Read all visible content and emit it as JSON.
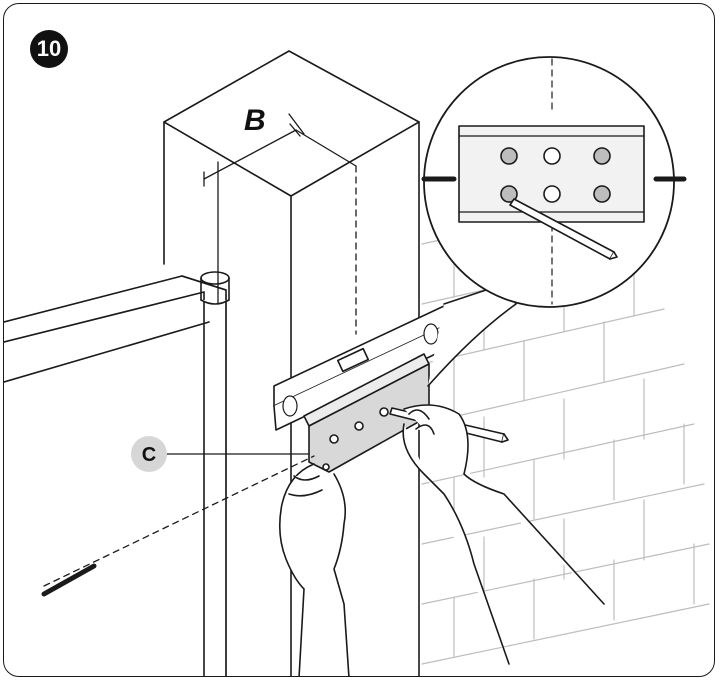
{
  "step": {
    "number": "10"
  },
  "labels": {
    "dimension": "B",
    "part": "C"
  },
  "colors": {
    "line": "#1a1a1a",
    "brick": "#bdbdbd",
    "metal": "#d8d8d8",
    "badge": "#111111",
    "callout_fill": "#d6d6d6"
  },
  "icons": [
    "pencil-icon",
    "spirit-level-icon",
    "hand-icon"
  ]
}
